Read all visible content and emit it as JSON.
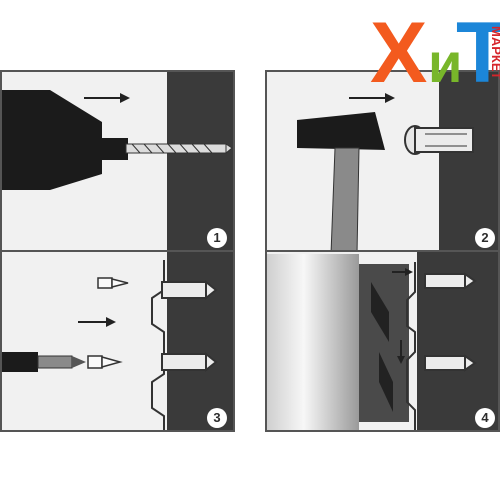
{
  "steps": [
    {
      "number": "1",
      "label": ""
    },
    {
      "number": "2",
      "label": ""
    },
    {
      "number": "3",
      "label": ""
    },
    {
      "number": "4",
      "label": ""
    }
  ],
  "logo": {
    "main_text": "ХиТ",
    "sub_text": "МАРКЕТ",
    "colors": {
      "x": "#f35a1e",
      "i": "#78b62a",
      "t": "#1c86d8",
      "sub": "#d6252b"
    }
  },
  "icons": [
    "drill-icon",
    "hammer-icon",
    "dowel-icon",
    "screw-icon",
    "screwdriver-icon",
    "siding-panel-icon",
    "arrow-icon"
  ]
}
